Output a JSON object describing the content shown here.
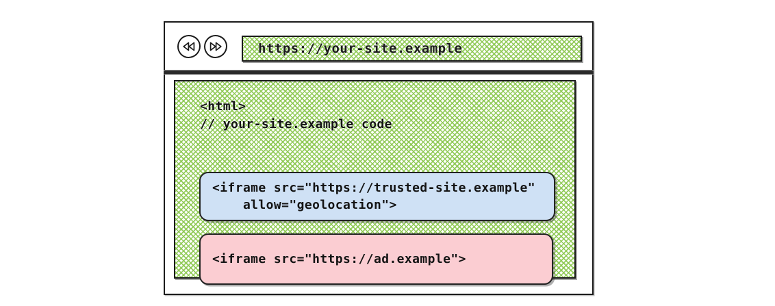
{
  "browser": {
    "toolbar": {
      "back_button": {
        "icon": "rewind-icon",
        "label": "Back"
      },
      "forward_button": {
        "icon": "fast-forward-icon",
        "label": "Forward"
      },
      "url_bar": {
        "value": "https://your-site.example",
        "placeholder": "https://your-site.example"
      }
    },
    "page": {
      "code_lines": [
        "<html>",
        "// your-site.example code"
      ],
      "iframes": [
        {
          "name": "trusted-site-iframe",
          "color": "#cfe1f5",
          "code_lines": [
            "<iframe src=\"https://trusted-site.example\"",
            "    allow=\"geolocation\">"
          ]
        },
        {
          "name": "ad-iframe",
          "color": "#fbcdd2",
          "code_lines": [
            "<iframe src=\"https://ad.example\">"
          ]
        }
      ]
    }
  },
  "colors": {
    "hatch_green": "#8cc850",
    "trusted_blue": "#cfe1f5",
    "ad_pink": "#fbcdd2",
    "ink": "#1b1b1b"
  }
}
